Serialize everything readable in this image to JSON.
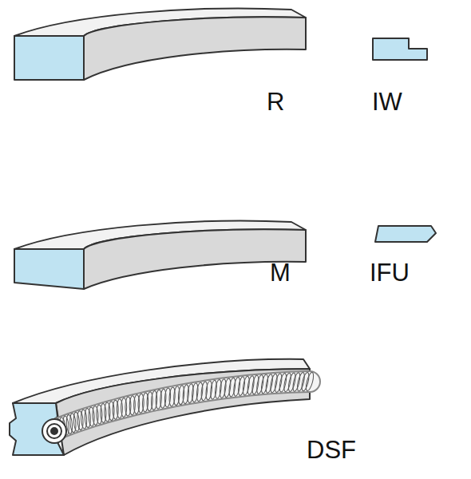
{
  "diagram": {
    "labels": [
      "R",
      "IW",
      "M",
      "IFU",
      "DSF"
    ]
  }
}
